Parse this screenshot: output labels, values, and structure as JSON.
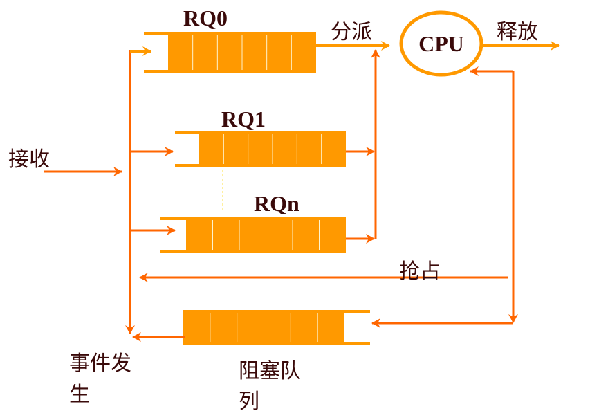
{
  "title": "Multilevel feedback queue scheduling",
  "colors": {
    "queue_fill": "#FF9900",
    "queue_divider": "#FFF3CC",
    "arrow": "#FF6600",
    "arrow_light": "#FF9900",
    "cpu_ring": "#FF9900",
    "text": "#3A0A0A"
  },
  "queues": [
    {
      "id": "rq0",
      "label": "RQ0",
      "slots": 6
    },
    {
      "id": "rq1",
      "label": "RQ1",
      "slots": 6
    },
    {
      "id": "rqn",
      "label": "RQn",
      "slots": 6
    },
    {
      "id": "blocked",
      "label": "阻塞队列",
      "label_lines": [
        "阻塞队",
        "列"
      ],
      "slots": 6
    }
  ],
  "cpu": {
    "label": "CPU"
  },
  "labels": {
    "receive": "接收",
    "dispatch": "分派",
    "release": "释放",
    "preempt": "抢占",
    "event_line1": "事件发",
    "event_line2": "生",
    "blocked_line1": "阻塞队",
    "blocked_line2": "列"
  }
}
